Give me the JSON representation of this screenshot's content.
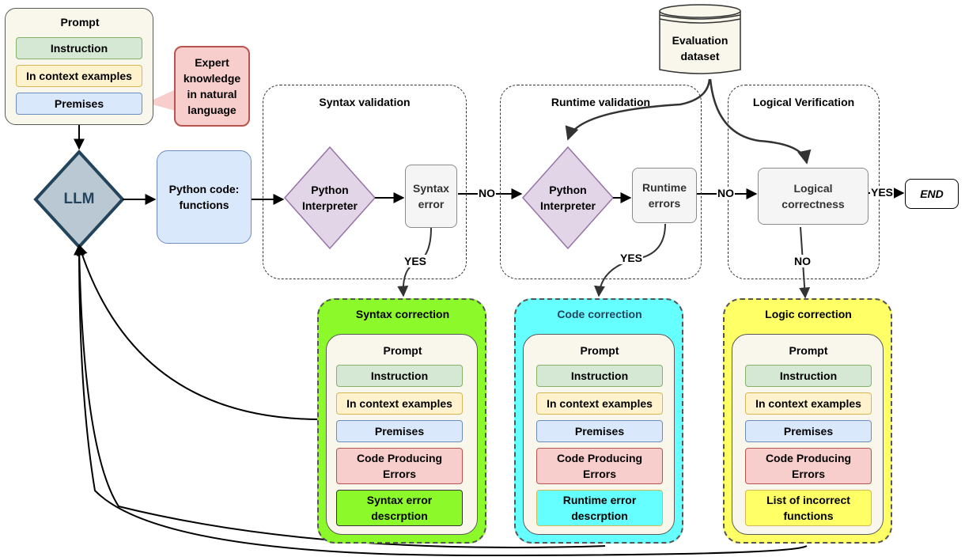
{
  "prompt_top": {
    "title": "Prompt",
    "items": [
      "Instruction",
      "In context examples",
      "Premises"
    ]
  },
  "expert_note": "Expert knowledge in natural language",
  "llm": "LLM",
  "python_code": "Python code: functions",
  "syntax_validation": {
    "title": "Syntax validation",
    "interpreter": "Python Interpreter",
    "check": "Syntax error"
  },
  "runtime_validation": {
    "title": "Runtime validation",
    "interpreter": "Python Interpreter",
    "check": "Runtime errors"
  },
  "logical_verification": {
    "title": "Logical Verification",
    "check": "Logical correctness"
  },
  "evaluation_dataset": "Evaluation dataset",
  "end": "END",
  "edge_labels": {
    "no": "NO",
    "yes": "YES"
  },
  "corrections": [
    {
      "title": "Syntax correction",
      "color": "#8cfa2a",
      "prompt_title": "Prompt",
      "items": [
        "Instruction",
        "In context examples",
        "Premises",
        "Code Producing Errors"
      ],
      "last_item": "Syntax error descrption"
    },
    {
      "title": "Code correction",
      "color": "#66ffff",
      "prompt_title": "Prompt",
      "items": [
        "Instruction",
        "In context examples",
        "Premises",
        "Code Producing Errors"
      ],
      "last_item": "Runtime error descrption"
    },
    {
      "title": "Logic correction",
      "color": "#ffff66",
      "prompt_title": "Prompt",
      "items": [
        "Instruction",
        "In context examples",
        "Premises",
        "Code Producing Errors"
      ],
      "last_item": "List of incorrect functions"
    }
  ],
  "colors": {
    "llm_fill": "#bac8d3",
    "llm_stroke": "#23445d",
    "interpreter_fill": "#e1d5e7",
    "interpreter_stroke": "#9673a6",
    "code_fill": "#dae8fc",
    "note_fill": "#f8cecc"
  }
}
